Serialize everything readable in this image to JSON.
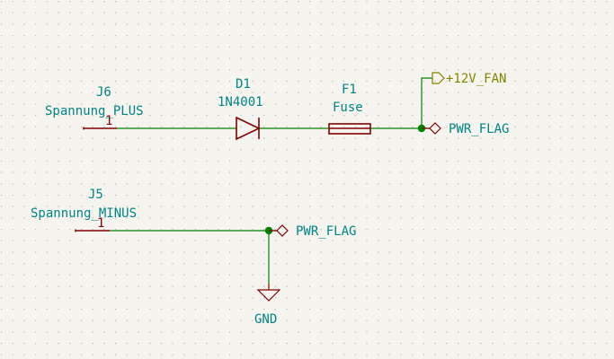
{
  "colors": {
    "background": "#f5f4ef",
    "grid_dot": "#b4b4b0",
    "wire": "#008400",
    "component": "#840000",
    "ref_value_text": "#008484",
    "pin_number_text": "#840000",
    "global_label_text": "#848400"
  },
  "components": {
    "j6": {
      "reference": "J6",
      "value": "Spannung_PLUS",
      "pin": "1"
    },
    "j5": {
      "reference": "J5",
      "value": "Spannung_MINUS",
      "pin": "1"
    },
    "d1": {
      "reference": "D1",
      "value": "1N4001"
    },
    "f1": {
      "reference": "F1",
      "value": "Fuse"
    },
    "gnd": {
      "value": "GND"
    }
  },
  "flags": {
    "pwr_flag_top": "PWR_FLAG",
    "pwr_flag_bottom": "PWR_FLAG"
  },
  "global_label": {
    "text": "+12V_FAN",
    "shape": "input"
  }
}
